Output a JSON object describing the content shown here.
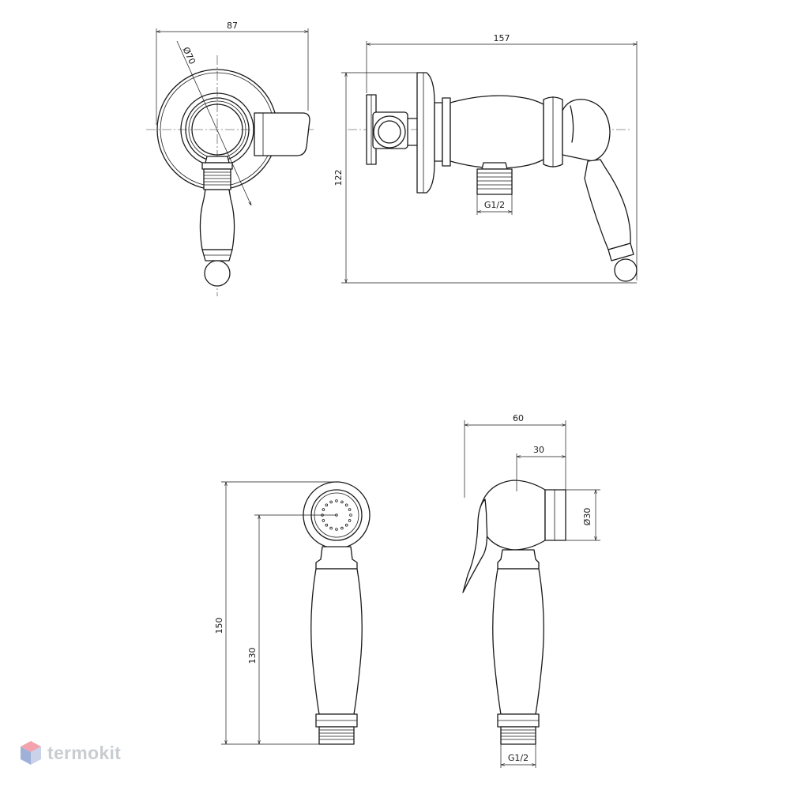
{
  "dimensions": {
    "front_width": "87",
    "front_diameter": "Ø70",
    "side_length": "157",
    "side_height": "122",
    "side_thread": "G1/2",
    "handset_height": "150",
    "handset_outlet_height": "130",
    "handset_depth": "60",
    "handset_head_depth": "30",
    "handset_head_diameter": "Ø30",
    "handset_thread": "G1/2"
  },
  "brand": {
    "name": "termokit",
    "colors": {
      "top": "#f2a3ad",
      "left": "#9fb1d8",
      "right": "#c9d2e8"
    }
  }
}
